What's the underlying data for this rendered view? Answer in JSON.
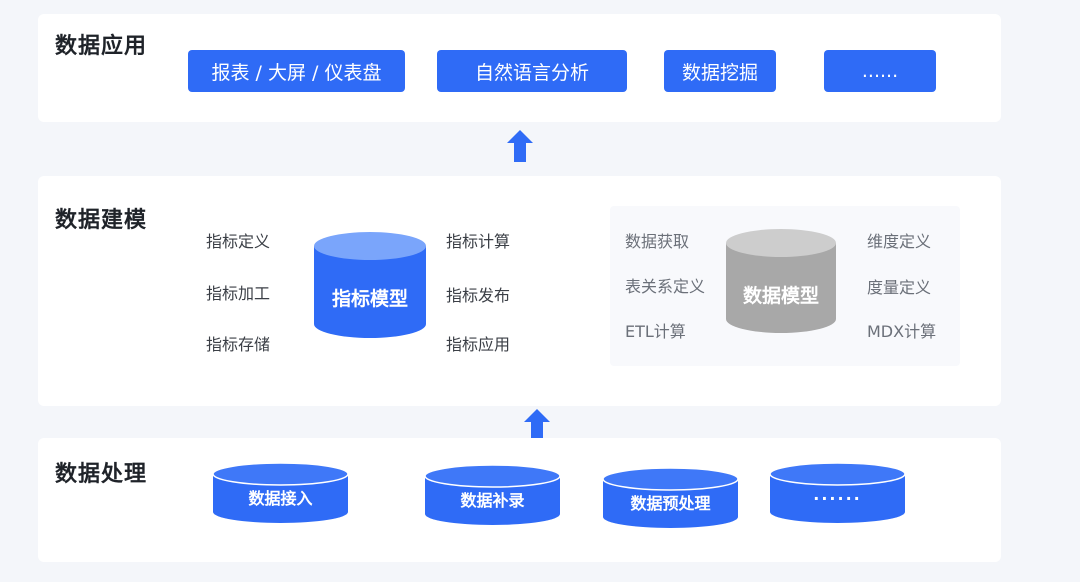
{
  "colors": {
    "primary_blue": "#2f6bf6",
    "model_gray": "#a8a8a8",
    "panel_bg": "#ffffff",
    "page_bg": "#f4f6fa"
  },
  "application": {
    "title": "数据应用",
    "buttons": [
      "报表 / 大屏 / 仪表盘",
      "自然语言分析",
      "数据挖掘",
      "......"
    ]
  },
  "modeling": {
    "title": "数据建模",
    "metric_model": {
      "label": "指标模型",
      "left_features": [
        "指标定义",
        "指标加工",
        "指标存储"
      ],
      "right_features": [
        "指标计算",
        "指标发布",
        "指标应用"
      ]
    },
    "data_model": {
      "label": "数据模型",
      "left_features": [
        "数据获取",
        "表关系定义",
        "ETL计算"
      ],
      "right_features": [
        "维度定义",
        "度量定义",
        "MDX计算"
      ]
    }
  },
  "processing": {
    "title": "数据处理",
    "items": [
      "数据接入",
      "数据补录",
      "数据预处理",
      "......"
    ]
  },
  "icons": {
    "flow_arrow": "up-arrow-icon",
    "store": "database-cylinder-icon"
  }
}
